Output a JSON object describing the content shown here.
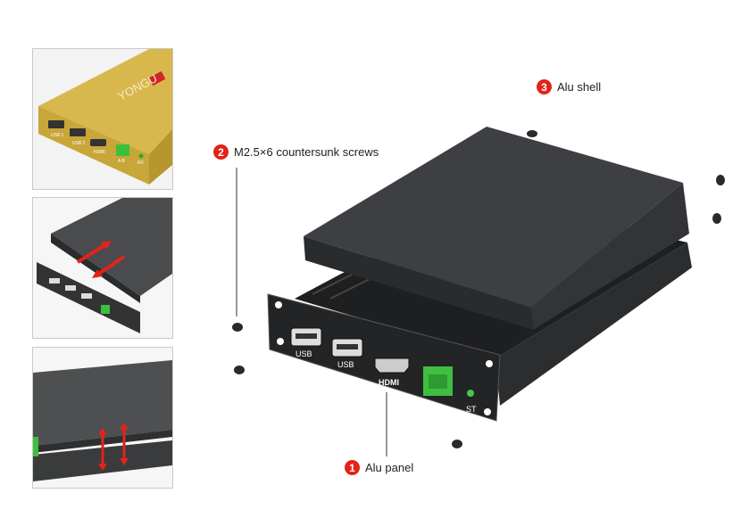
{
  "thumbnails": [
    {
      "brand": "YONGU",
      "ports": [
        "USB 1",
        "USB 2",
        "HDMI",
        "A  B",
        "RX"
      ]
    },
    {
      "description_label": ""
    },
    {
      "description_label": ""
    }
  ],
  "callouts": [
    {
      "number": "1",
      "label": "Alu panel"
    },
    {
      "number": "2",
      "label": "M2.5×6 countersunk screws"
    },
    {
      "number": "3",
      "label": "Alu shell"
    }
  ],
  "panel_ports": [
    "USB",
    "USB",
    "HDMI",
    "ST"
  ],
  "colors": {
    "callout_red": "#e2231a",
    "shell": "#3a3b3d",
    "gold": "#d9b84a",
    "terminal_green": "#3fbf3f"
  }
}
